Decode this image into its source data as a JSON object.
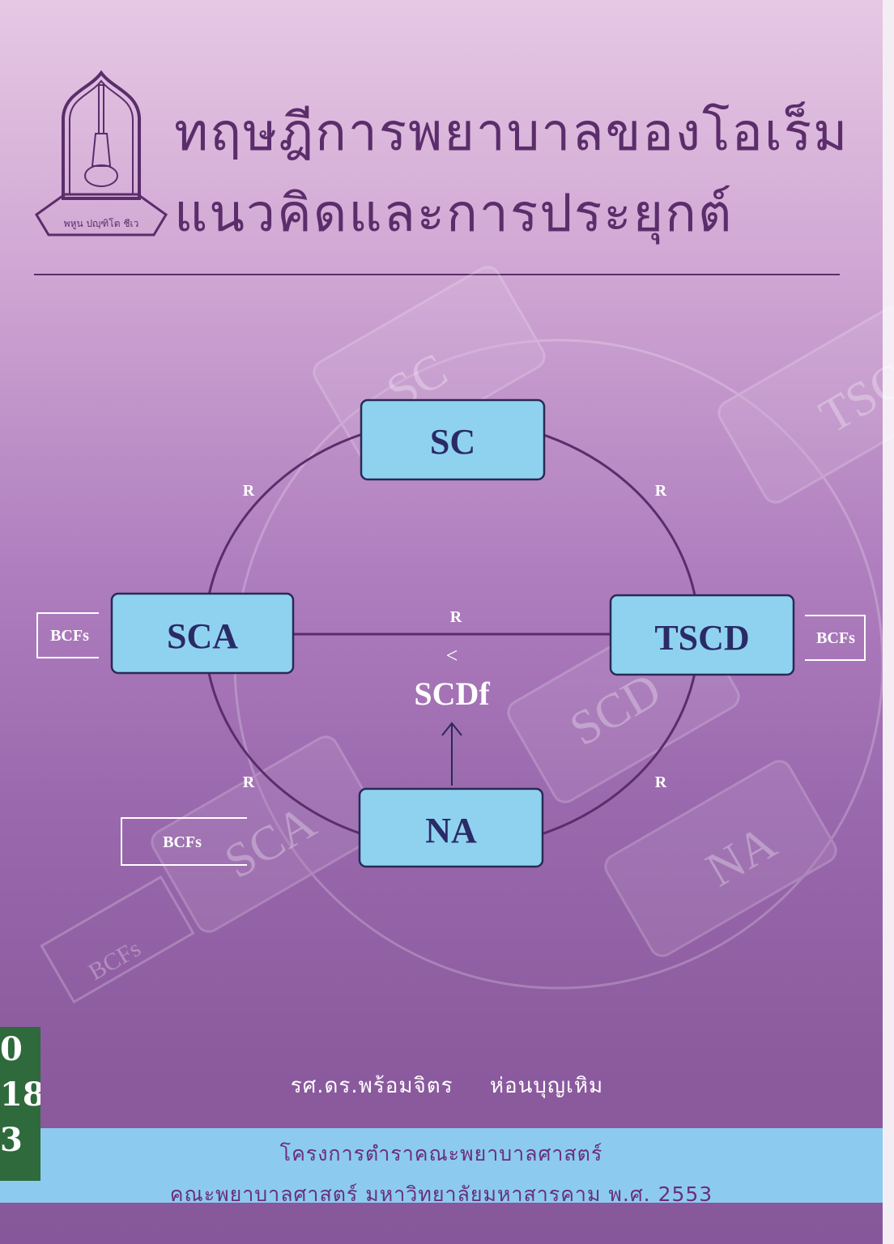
{
  "cover": {
    "title_line1": "ทฤษฎีการพยาบาลของโอเร็ม",
    "title_line2": "แนวคิดและการประยุกต์",
    "logo_motto": "พหูน ปญฺฑิโต ชีเว",
    "author_title": "รศ.ดร.พร้อมจิตร",
    "author_surname": "ห่อนบุญเหิม",
    "publisher_line1": "โครงการตำราคณะพยาบาลศาสตร์",
    "publisher_line2": "คณะพยาบาลศาสตร์ มหาวิทยาลัยมหาสารคาม พ.ศ. 2553",
    "library_sticker": [
      "0",
      "18",
      "3"
    ]
  },
  "diagram": {
    "nodes": {
      "sc": "SC",
      "sca": "SCA",
      "tscd": "TSCD",
      "na": "NA"
    },
    "center_label": "SCDf",
    "less_than": "<",
    "relation": "R",
    "bcfs": "BCFs",
    "watermark": {
      "sc": "SC",
      "tscd": "TSC",
      "scd": "SCD",
      "sca": "SCA",
      "na": "NA",
      "bcfs": "BCFs"
    }
  },
  "colors": {
    "box": "#8fd2f0",
    "title": "#5b2d6b",
    "band": "#8ccbef"
  }
}
